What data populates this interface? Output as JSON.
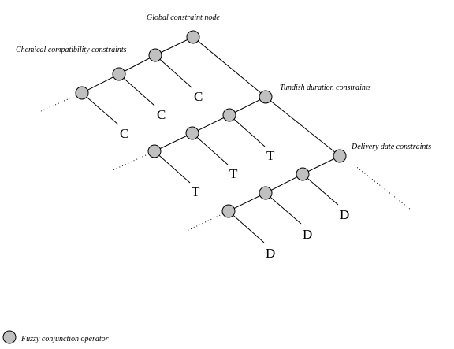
{
  "labels": {
    "global": "Global constraint  node",
    "chemical": "Chemical compatibility constraints",
    "tundish": "Tundish duration constraints",
    "delivery": "Delivery date constraints"
  },
  "leaves": {
    "c": "C",
    "t": "T",
    "d": "D"
  },
  "legend": {
    "label": "Fuzzy conjunction operator"
  },
  "colors": {
    "node_fill": "#c0c0c0",
    "stroke": "#000000",
    "background": "#ffffff"
  }
}
